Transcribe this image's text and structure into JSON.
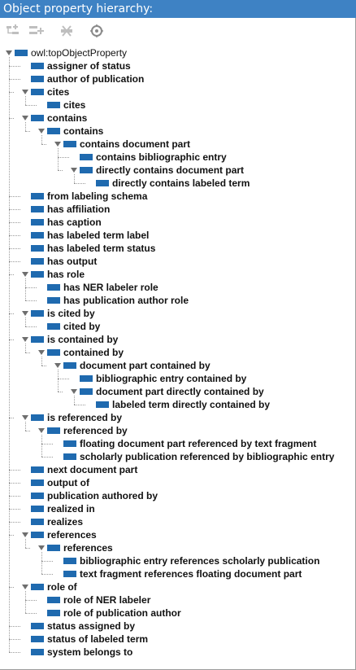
{
  "panel": {
    "title": "Object property hierarchy:"
  },
  "toolbar": {
    "buttons": [
      {
        "icon": "add-subproperty-icon"
      },
      {
        "icon": "add-sibling-property-icon"
      },
      {
        "icon": "delete-property-icon"
      },
      {
        "icon": "find-usage-icon"
      }
    ]
  },
  "tree": [
    {
      "label": "owl:topObjectProperty",
      "depth": 0,
      "expanded": true,
      "root": true
    },
    {
      "label": "assigner of status",
      "depth": 1
    },
    {
      "label": "author of publication",
      "depth": 1
    },
    {
      "label": "cites",
      "depth": 1,
      "expanded": true
    },
    {
      "label": "cites",
      "depth": 2
    },
    {
      "label": "contains",
      "depth": 1,
      "expanded": true
    },
    {
      "label": "contains",
      "depth": 2,
      "expanded": true
    },
    {
      "label": "contains document part",
      "depth": 3,
      "expanded": true
    },
    {
      "label": "contains bibliographic entry",
      "depth": 4
    },
    {
      "label": "directly contains document part",
      "depth": 4,
      "expanded": true
    },
    {
      "label": "directly contains labeled term",
      "depth": 5
    },
    {
      "label": "from labeling schema",
      "depth": 1
    },
    {
      "label": "has affiliation",
      "depth": 1
    },
    {
      "label": "has caption",
      "depth": 1
    },
    {
      "label": "has labeled term label",
      "depth": 1
    },
    {
      "label": "has labeled term status",
      "depth": 1
    },
    {
      "label": "has output",
      "depth": 1
    },
    {
      "label": "has role",
      "depth": 1,
      "expanded": true
    },
    {
      "label": "has NER labeler role",
      "depth": 2
    },
    {
      "label": "has publication author role",
      "depth": 2
    },
    {
      "label": "is cited by",
      "depth": 1,
      "expanded": true
    },
    {
      "label": "cited by",
      "depth": 2
    },
    {
      "label": "is contained by",
      "depth": 1,
      "expanded": true
    },
    {
      "label": "contained by",
      "depth": 2,
      "expanded": true
    },
    {
      "label": "document part contained by",
      "depth": 3,
      "expanded": true
    },
    {
      "label": "bibliographic entry contained by",
      "depth": 4
    },
    {
      "label": "document part directly contained by",
      "depth": 4,
      "expanded": true
    },
    {
      "label": "labeled term directly contained by",
      "depth": 5
    },
    {
      "label": "is referenced by",
      "depth": 1,
      "expanded": true
    },
    {
      "label": "referenced by",
      "depth": 2,
      "expanded": true
    },
    {
      "label": "floating document part referenced by text fragment",
      "depth": 3
    },
    {
      "label": "scholarly publication referenced by bibliographic entry",
      "depth": 3
    },
    {
      "label": "next document part",
      "depth": 1
    },
    {
      "label": "output of",
      "depth": 1
    },
    {
      "label": "publication authored by",
      "depth": 1
    },
    {
      "label": "realized in",
      "depth": 1
    },
    {
      "label": "realizes",
      "depth": 1
    },
    {
      "label": "references",
      "depth": 1,
      "expanded": true
    },
    {
      "label": "references",
      "depth": 2,
      "expanded": true
    },
    {
      "label": "bibliographic entry references scholarly publication",
      "depth": 3
    },
    {
      "label": "text fragment references floating document part",
      "depth": 3
    },
    {
      "label": "role of",
      "depth": 1,
      "expanded": true
    },
    {
      "label": "role of NER labeler",
      "depth": 2
    },
    {
      "label": "role of publication author",
      "depth": 2
    },
    {
      "label": "status assigned by",
      "depth": 1
    },
    {
      "label": "status of labeled term",
      "depth": 1
    },
    {
      "label": "system belongs to",
      "depth": 1
    }
  ]
}
